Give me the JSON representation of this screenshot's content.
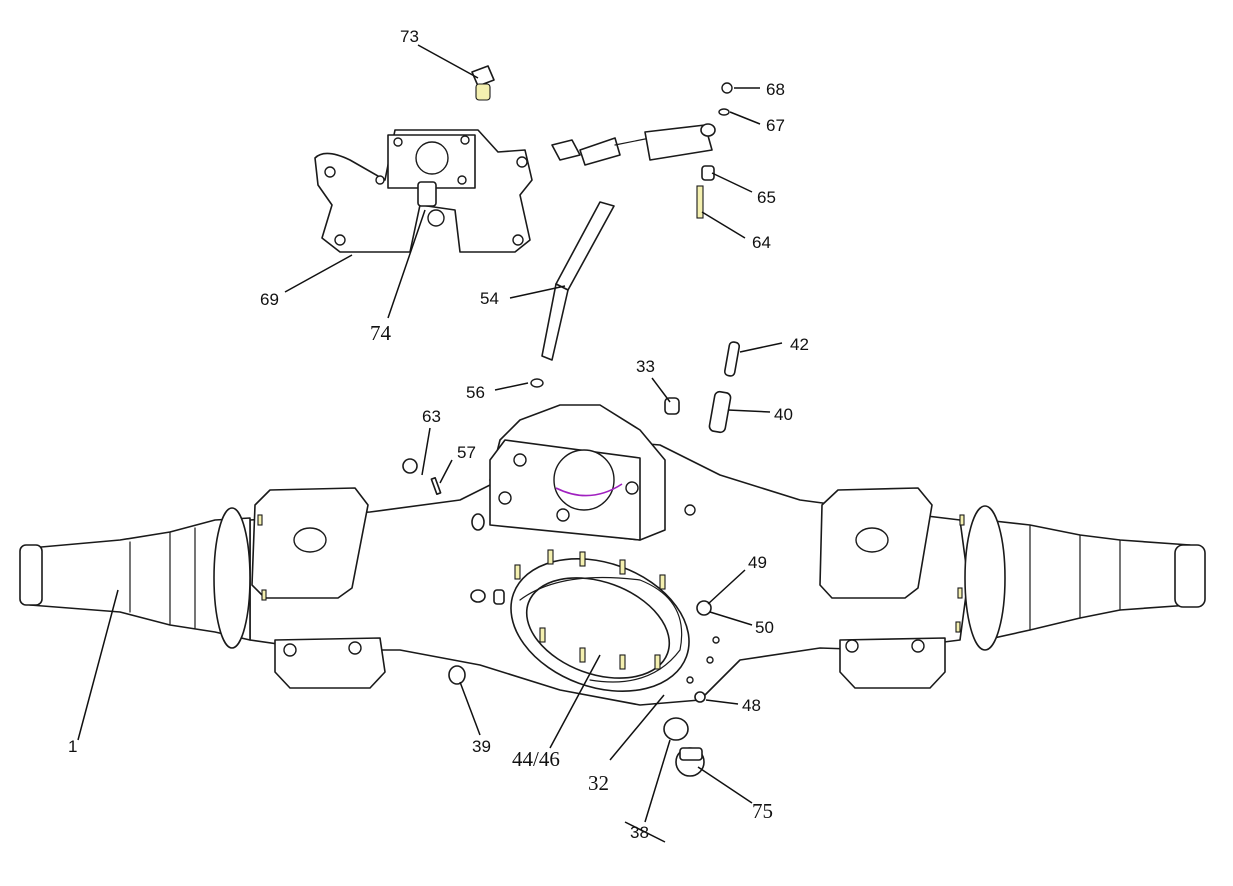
{
  "diagram": {
    "callouts": [
      {
        "id": "c73",
        "text": "73"
      },
      {
        "id": "c68",
        "text": "68"
      },
      {
        "id": "c67",
        "text": "67"
      },
      {
        "id": "c65",
        "text": "65"
      },
      {
        "id": "c64",
        "text": "64"
      },
      {
        "id": "c69",
        "text": "69"
      },
      {
        "id": "c74",
        "text": "74"
      },
      {
        "id": "c54",
        "text": "54"
      },
      {
        "id": "c42",
        "text": "42"
      },
      {
        "id": "c33",
        "text": "33"
      },
      {
        "id": "c56",
        "text": "56"
      },
      {
        "id": "c40",
        "text": "40"
      },
      {
        "id": "c63",
        "text": "63"
      },
      {
        "id": "c57",
        "text": "57"
      },
      {
        "id": "c49",
        "text": "49"
      },
      {
        "id": "c50",
        "text": "50"
      },
      {
        "id": "c48",
        "text": "48"
      },
      {
        "id": "c1",
        "text": "1"
      },
      {
        "id": "c39",
        "text": "39"
      },
      {
        "id": "c4446",
        "text": "44/46"
      },
      {
        "id": "c32",
        "text": "32"
      },
      {
        "id": "c75",
        "text": "75"
      },
      {
        "id": "c38",
        "text": "38"
      }
    ],
    "colors": {
      "line": "#1a1a1a",
      "bolt": "#f4f0b0",
      "accent": "#a020c0",
      "background": "#ffffff"
    }
  }
}
